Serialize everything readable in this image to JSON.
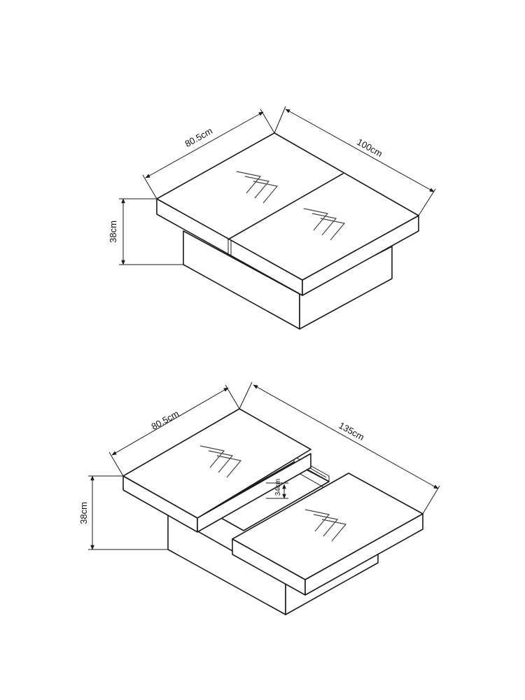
{
  "closed_table": {
    "width_label": "80.5cm",
    "length_label": "100cm",
    "height_label": "38cm"
  },
  "extended_table": {
    "width_label": "80.5cm",
    "length_label": "135cm",
    "height_label": "38cm",
    "inner_depth_label": "34cm"
  }
}
